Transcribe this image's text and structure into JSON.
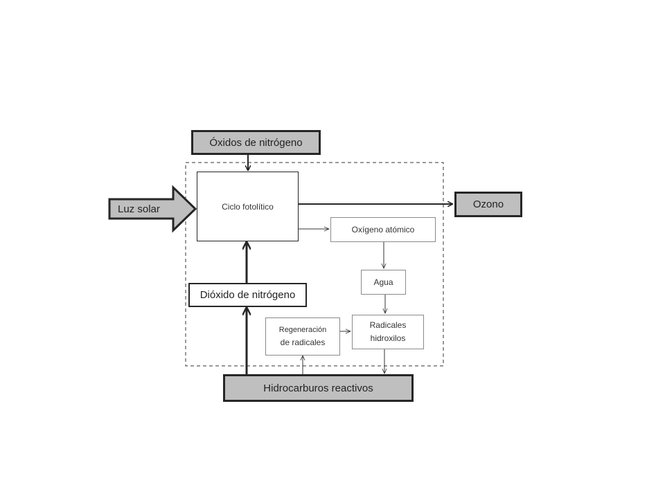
{
  "diagram": {
    "nodes": {
      "oxidos": "Óxidos de nitrógeno",
      "ciclo": "Ciclo fotolítico",
      "luz": "Luz solar",
      "ozono": "Ozono",
      "oxigeno": "Oxígeno atómico",
      "agua": "Agua",
      "dioxido": "Dióxido de nitrógeno",
      "radicales_line1": "Radicales",
      "radicales_line2": "hidroxilos",
      "regeneracion_line1": "Regeneración",
      "regeneracion_line2": "de radicales",
      "hidrocarburos": "Hidrocarburos reactivos"
    },
    "edges": [
      {
        "from": "oxidos",
        "to": "ciclo"
      },
      {
        "from": "luz",
        "to": "ciclo"
      },
      {
        "from": "ciclo",
        "to": "ozono"
      },
      {
        "from": "ciclo",
        "to": "oxigeno"
      },
      {
        "from": "oxigeno",
        "to": "agua"
      },
      {
        "from": "agua",
        "to": "radicales"
      },
      {
        "from": "radicales",
        "to": "hidrocarburos"
      },
      {
        "from": "hidrocarburos",
        "to": "regeneracion"
      },
      {
        "from": "regeneracion",
        "to": "radicales"
      },
      {
        "from": "hidrocarburos",
        "to": "dioxido"
      },
      {
        "from": "dioxido",
        "to": "ciclo"
      }
    ],
    "colors": {
      "stroke": "#262626",
      "input_fill": "#bfbfbf",
      "thin_border": "#8a8a8a",
      "background": "#ffffff"
    }
  }
}
